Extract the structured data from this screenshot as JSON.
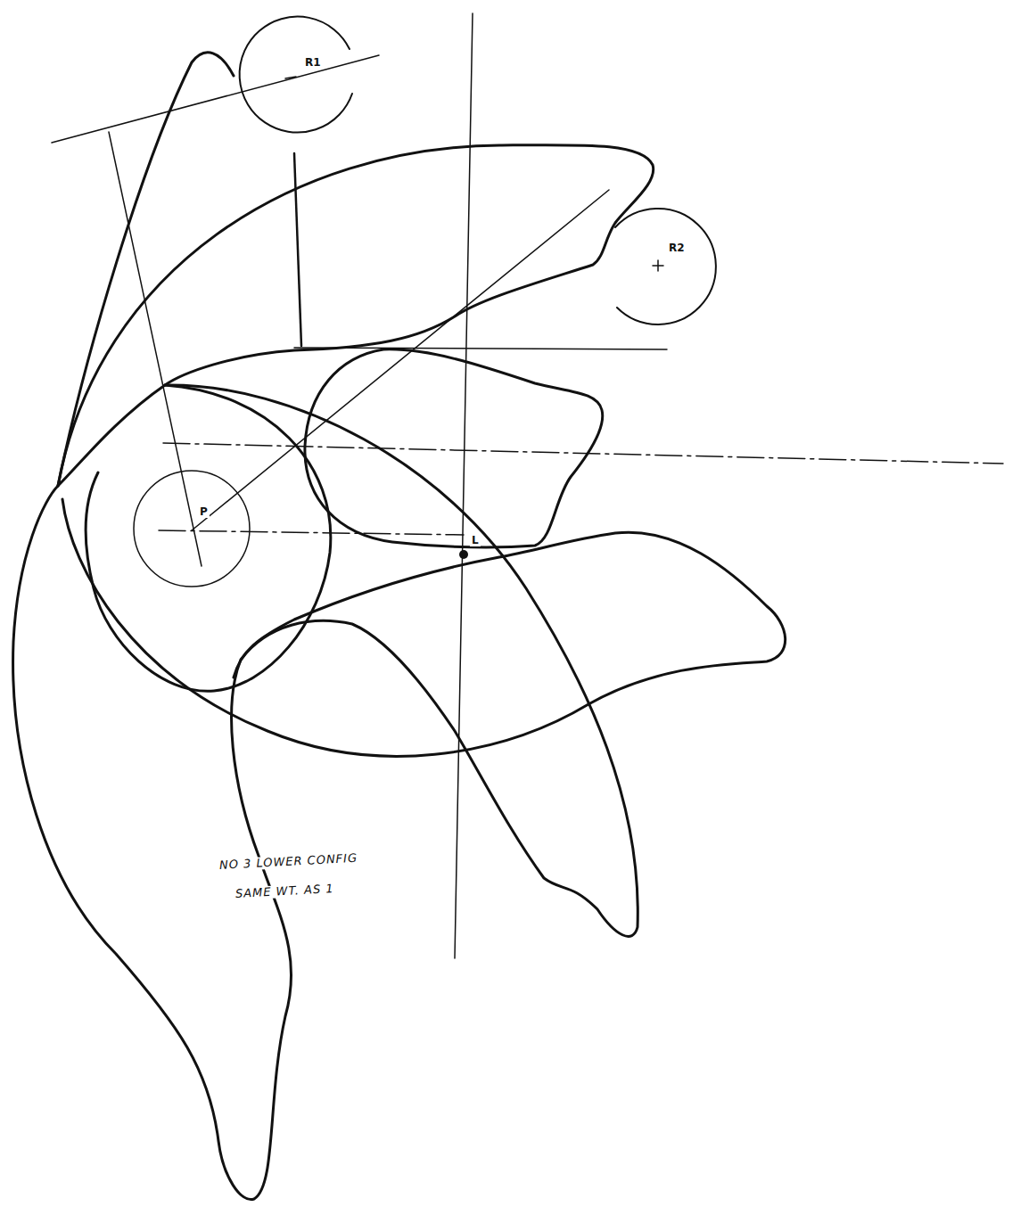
{
  "diagram": {
    "labels": [
      "R1",
      "R2",
      "P",
      "L",
      "NO 3 LOWER CONFIG",
      "SAME WT. AS 1"
    ]
  }
}
